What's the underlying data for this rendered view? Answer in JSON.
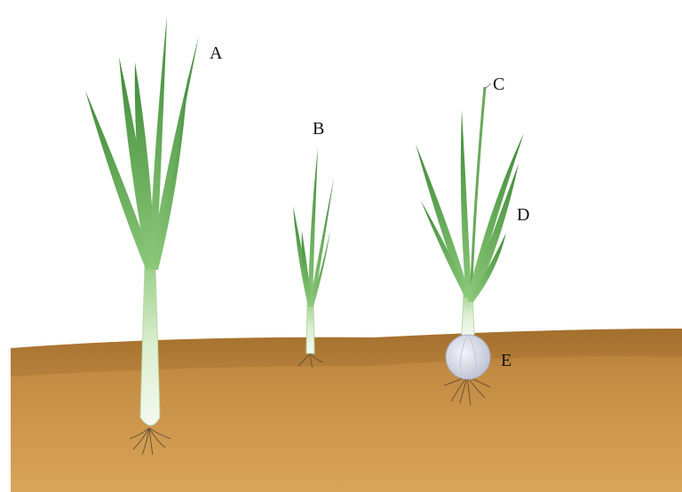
{
  "labels": {
    "a": "A",
    "b": "B",
    "c": "C",
    "d": "D",
    "e": "E"
  },
  "colors": {
    "soil": "#c9954a",
    "soil_dark": "#a8732f",
    "leaf": "#4f9a45",
    "leaf_light": "#8cc97a",
    "stem": "#dcefd0",
    "bulb": "#dfe2ee",
    "root": "#6b5436"
  }
}
